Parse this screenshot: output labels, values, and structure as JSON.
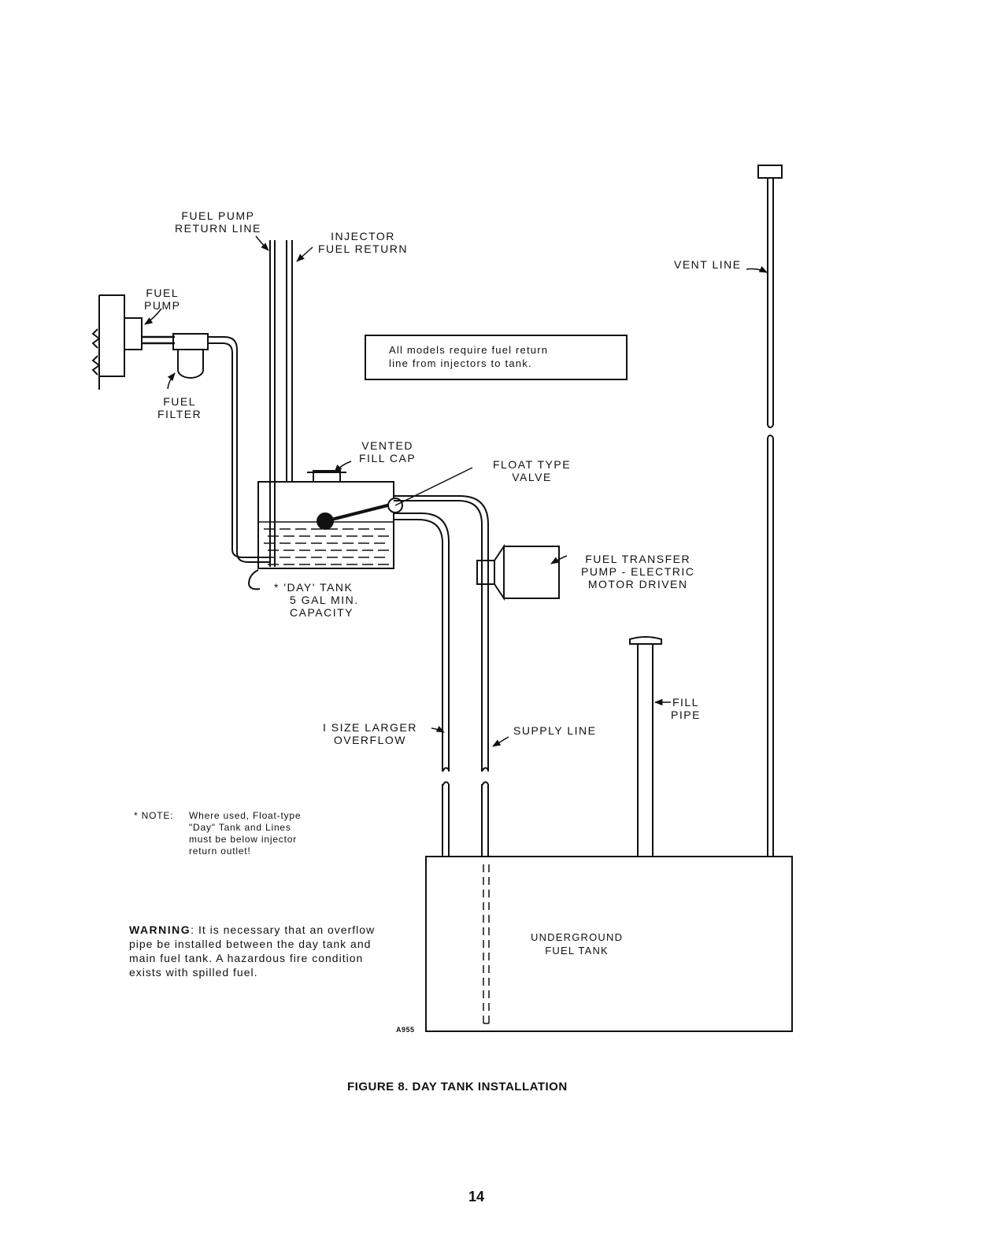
{
  "labels": {
    "fuel_pump_return_line": [
      "FUEL PUMP",
      "RETURN LINE"
    ],
    "injector_fuel_return": [
      "INJECTOR",
      "FUEL RETURN"
    ],
    "fuel_pump": [
      "FUEL",
      "PUMP"
    ],
    "fuel_filter": [
      "FUEL",
      "FILTER"
    ],
    "vented_fill_cap": [
      "VENTED",
      "FILL CAP"
    ],
    "float_type_valve": [
      "FLOAT TYPE",
      "VALVE"
    ],
    "day_tank": [
      "* 'DAY' TANK",
      "5 GAL MIN.",
      "CAPACITY"
    ],
    "fuel_transfer_pump": [
      "FUEL TRANSFER",
      "PUMP - ELECTRIC",
      "MOTOR DRIVEN"
    ],
    "vent_line": "VENT LINE",
    "fill_pipe": [
      "FILL",
      "PIPE"
    ],
    "overflow": [
      "I SIZE LARGER",
      "OVERFLOW"
    ],
    "supply_line": "SUPPLY LINE",
    "underground_tank": [
      "UNDERGROUND",
      "FUEL TANK"
    ]
  },
  "notice": [
    "All models require fuel return",
    "line from injectors to tank."
  ],
  "note": {
    "prefix": "* NOTE:",
    "lines": [
      "Where used, Float-type",
      "\"Day\" Tank and Lines",
      "must be below injector",
      "return outlet!"
    ]
  },
  "warning": {
    "heading": "WARNING",
    "lines": [
      ": It is necessary that an overflow",
      "pipe be installed between the day tank and",
      "main fuel tank.  A hazardous fire condition",
      "exists with spilled fuel."
    ]
  },
  "figure_code": "A955",
  "caption": "FIGURE 8.   DAY TANK INSTALLATION",
  "page_number": "14",
  "colors": {
    "ink": "#111111",
    "paper": "#ffffff"
  }
}
